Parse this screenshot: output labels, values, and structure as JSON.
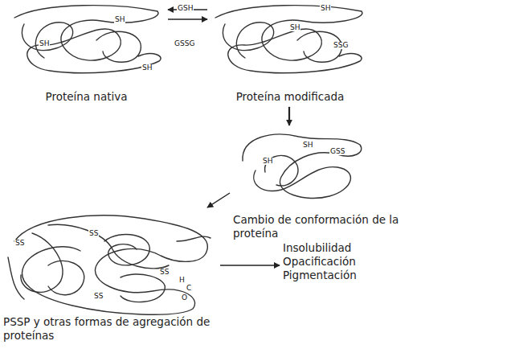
{
  "diagram": {
    "nodes": [
      {
        "text": [
          "Proteína nativa"
        ]
      },
      {
        "text": [
          "Proteína modificada"
        ]
      },
      {
        "text": [
          "Cambio de conformación de la proteína"
        ]
      },
      {
        "text": [
          "PSSP y otras formas de agregación de proteínas"
        ]
      },
      {
        "text": [
          "Insolubilidad",
          "Opacificación",
          "Pigmentación"
        ]
      }
    ],
    "edges": [
      {
        "from": 0,
        "to": 1,
        "arrow": "both"
      },
      {
        "from": 1,
        "to": 2,
        "arrow": "to"
      },
      {
        "from": 2,
        "to": 3,
        "arrow": "to"
      },
      {
        "from": 3,
        "to": 4,
        "arrow": "to"
      }
    ],
    "labels": [
      "GSH",
      "GSSG",
      "SH",
      "SH",
      "SH",
      "SH",
      "SH",
      "SSG",
      "SH",
      "GSS",
      "SH",
      "SS",
      "SS",
      "SS",
      "SS",
      "H",
      "C",
      "O"
    ]
  }
}
